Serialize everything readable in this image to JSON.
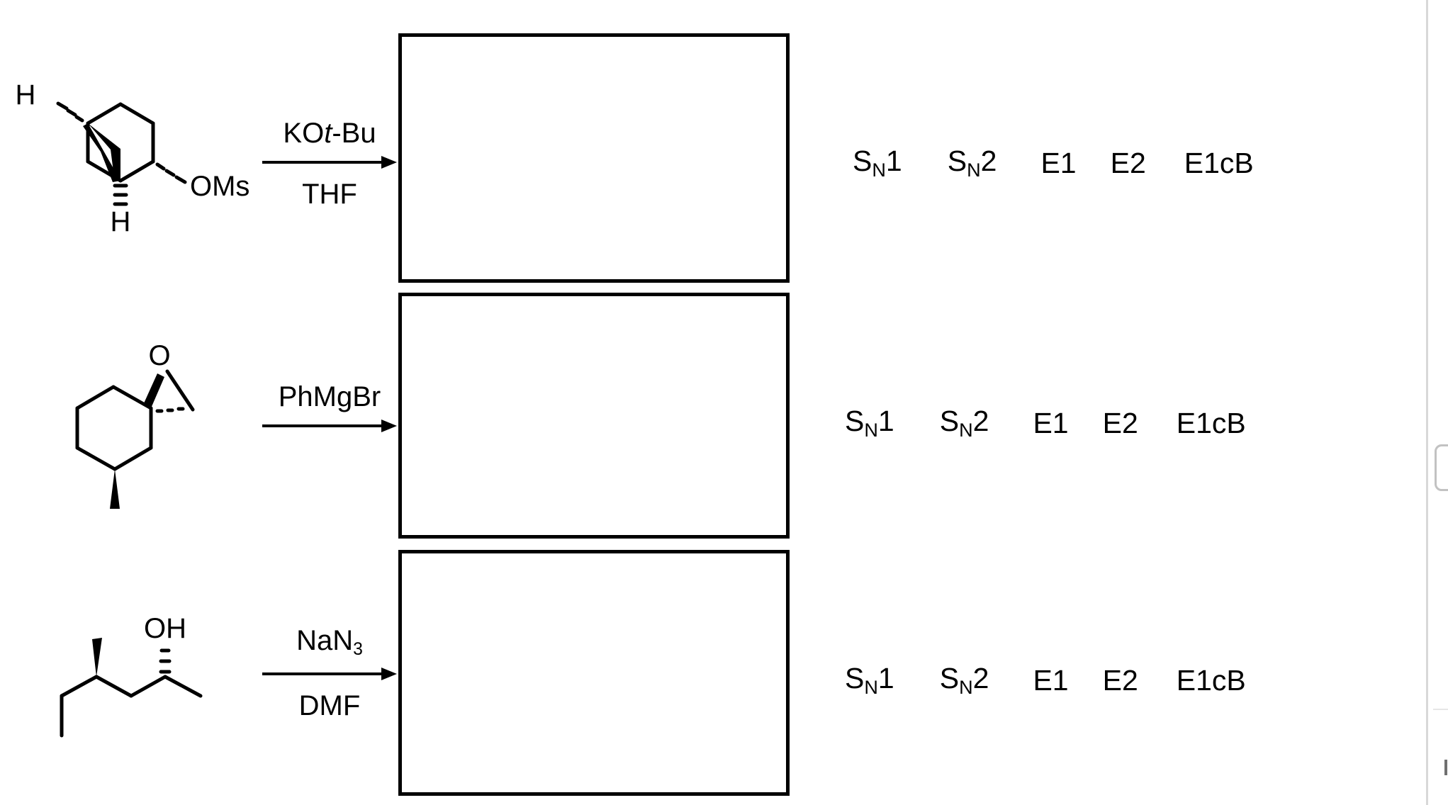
{
  "document": {
    "type": "organic-chemistry-worksheet",
    "background": "#ffffff",
    "ink": "#000000"
  },
  "rows": [
    {
      "id": "row-1",
      "substrate": {
        "name": "bicyclic-mesylate",
        "description": "bicyclo[2.2.2]octane cage bearing OMs",
        "labels": [
          "H",
          "H",
          "OMs"
        ]
      },
      "reagent": {
        "top_plain": "KO",
        "top_italic": "t",
        "top_tail": "-Bu",
        "top_full": "KOt-Bu",
        "bottom": "THF"
      },
      "answer_box": {
        "name": "answer-box-1",
        "value": ""
      },
      "mechanisms": [
        {
          "main": "S",
          "sub": "N",
          "tail": "1",
          "label": "SN1"
        },
        {
          "main": "S",
          "sub": "N",
          "tail": "2",
          "label": "SN2"
        },
        {
          "main": "E1",
          "sub": "",
          "tail": "",
          "label": "E1"
        },
        {
          "main": "E2",
          "sub": "",
          "tail": "",
          "label": "E2"
        },
        {
          "main": "E1cB",
          "sub": "",
          "tail": "",
          "label": "E1cB"
        }
      ]
    },
    {
      "id": "row-2",
      "substrate": {
        "name": "spiro-epoxide-methylcyclohexane",
        "description": "1-oxaspiro epoxide on 4-methylcyclohexane",
        "labels": [
          "O"
        ]
      },
      "reagent": {
        "top_plain": "PhMgBr",
        "top_italic": "",
        "top_tail": "",
        "top_full": "PhMgBr",
        "bottom": ""
      },
      "answer_box": {
        "name": "answer-box-2",
        "value": ""
      },
      "mechanisms": [
        {
          "main": "S",
          "sub": "N",
          "tail": "1",
          "label": "SN1"
        },
        {
          "main": "S",
          "sub": "N",
          "tail": "2",
          "label": "SN2"
        },
        {
          "main": "E1",
          "sub": "",
          "tail": "",
          "label": "E1"
        },
        {
          "main": "E2",
          "sub": "",
          "tail": "",
          "label": "E2"
        },
        {
          "main": "E1cB",
          "sub": "",
          "tail": "",
          "label": "E1cB"
        }
      ]
    },
    {
      "id": "row-3",
      "substrate": {
        "name": "4-methylhexan-2-ol",
        "description": "acyclic secondary alcohol with stereocentres",
        "labels": [
          "OH"
        ]
      },
      "reagent": {
        "top_plain": "NaN",
        "top_italic": "",
        "top_tail": "",
        "top_full": "NaN3",
        "top_sub": "3",
        "bottom": "DMF"
      },
      "answer_box": {
        "name": "answer-box-3",
        "value": ""
      },
      "mechanisms": [
        {
          "main": "S",
          "sub": "N",
          "tail": "1",
          "label": "SN1"
        },
        {
          "main": "S",
          "sub": "N",
          "tail": "2",
          "label": "SN2"
        },
        {
          "main": "E1",
          "sub": "",
          "tail": "",
          "label": "E1"
        },
        {
          "main": "E2",
          "sub": "",
          "tail": "",
          "label": "E2"
        },
        {
          "main": "E1cB",
          "sub": "",
          "tail": "",
          "label": "E1cB"
        }
      ]
    }
  ],
  "atom_labels": {
    "h": "H",
    "oms": "OMs",
    "o": "O",
    "oh": "OH"
  }
}
